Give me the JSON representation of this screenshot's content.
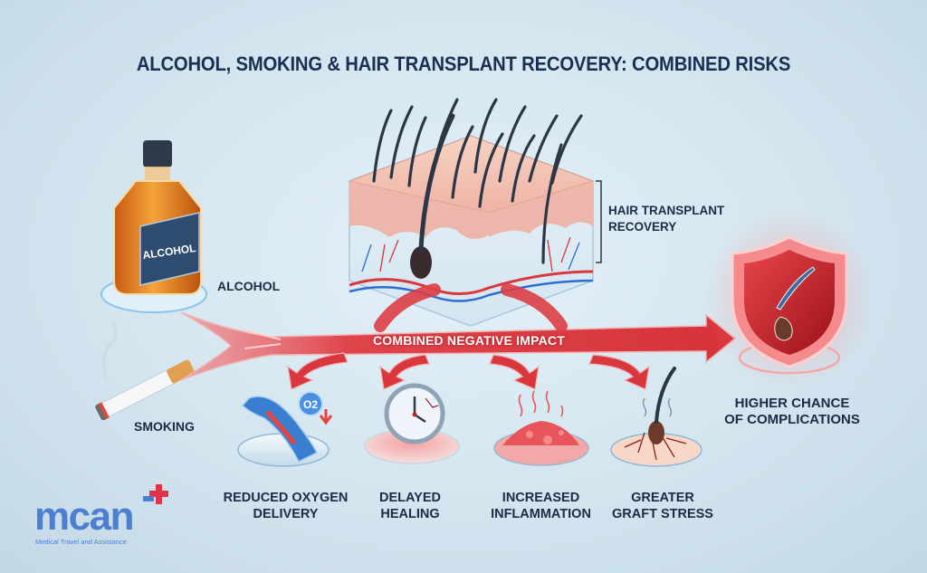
{
  "title": "ALCOHOL, SMOKING & HAIR TRANSPLANT RECOVERY: COMBINED RISKS",
  "inputs": {
    "alcohol": {
      "label": "ALCOHOL",
      "bottle_label": "ALCOHOL",
      "icon": "liquor-bottle-icon"
    },
    "smoking": {
      "label": "SMOKING",
      "icon": "cigarette-icon"
    }
  },
  "center": {
    "label_line1": "HAIR TRANSPLANT",
    "label_line2": "RECOVERY",
    "icon": "scalp-cross-section-icon"
  },
  "flow": {
    "label": "COMBINED NEGATIVE IMPACT",
    "color": "#d9363e"
  },
  "effects": [
    {
      "line1": "REDUCED OXYGEN",
      "line2": "DELIVERY",
      "icon": "blood-vessel-oxygen-icon",
      "badge": "O2"
    },
    {
      "line1": "DELAYED",
      "line2": "HEALING",
      "icon": "clock-icon"
    },
    {
      "line1": "INCREASED",
      "line2": "INFLAMMATION",
      "icon": "inflamed-skin-icon"
    },
    {
      "line1": "GREATER",
      "line2": "GRAFT STRESS",
      "icon": "hair-graft-icon"
    }
  ],
  "outcome": {
    "line1": "HIGHER CHANCE",
    "line2": "OF COMPLICATIONS",
    "icon": "shield-warning-icon"
  },
  "logo": {
    "word": "mcan",
    "tagline": "Medical Travel and Assistance",
    "brand_color": "#4d7fd0",
    "cross_color": "#e0344a"
  },
  "colors": {
    "title": "#1a2f52",
    "label": "#1d2b45",
    "arrow_red": "#d9363e",
    "background": "#d3e5ef"
  }
}
